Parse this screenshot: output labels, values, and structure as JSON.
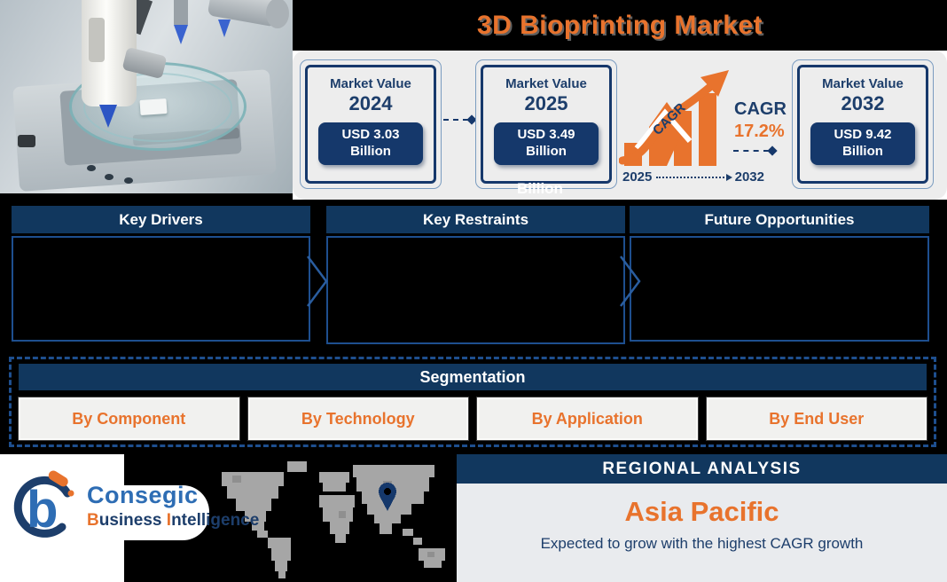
{
  "title": "3D Bioprinting Market",
  "flow": {
    "boxes": [
      {
        "label": "Market Value",
        "year": "2024",
        "value_line1": "USD 3.03",
        "value_line2": "Billion"
      },
      {
        "label": "Market Value",
        "year": "2025",
        "value_line1": "USD 3.49",
        "value_line2": "Billion"
      },
      {
        "label": "Market Value",
        "year": "2032",
        "value_line1": "USD 9.42",
        "value_line2": "Billion"
      }
    ],
    "ghost_text": "Billion",
    "cagr": {
      "chart_label": "CAGR",
      "label": "CAGR",
      "value": "17.2%",
      "start_year": "2025",
      "end_year": "2032"
    }
  },
  "sections": {
    "drivers": "Key Drivers",
    "restraints": "Key Restraints",
    "opportunities": "Future Opportunities"
  },
  "segmentation": {
    "title": "Segmentation",
    "items": [
      "By Component",
      "By Technology",
      "By Application",
      "By End User"
    ]
  },
  "regional": {
    "header": "REGIONAL ANALYSIS",
    "region": "Asia Pacific",
    "description": "Expected to grow with the highest CAGR growth"
  },
  "logo": {
    "name": "Consegic",
    "word2_initial": "B",
    "word2_rest": "usiness",
    "word3_initial": "I",
    "word3_rest": "ntelligence"
  },
  "colors": {
    "navy": "#11375e",
    "pill_navy": "#15386b",
    "orange": "#e8732d",
    "panel_gray": "#ededed",
    "map_gray": "#a6a6a6"
  }
}
